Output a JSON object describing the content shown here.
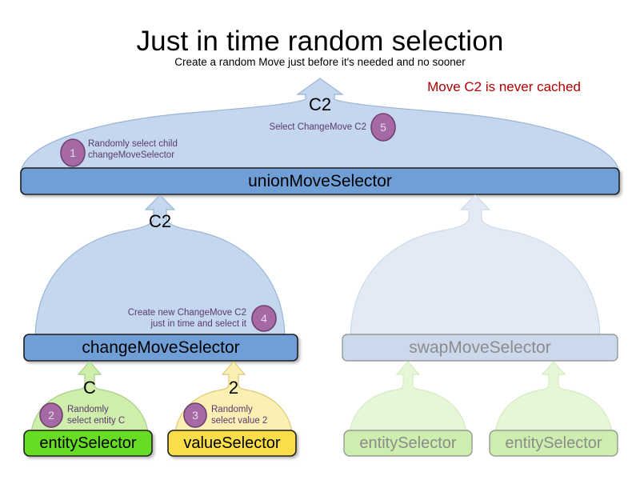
{
  "header": {
    "title": "Just in time random selection",
    "subtitle": "Create a random Move just before it's needed and no sooner",
    "warning": "Move C2 is never cached",
    "warning_color": "#b00000"
  },
  "colors": {
    "balloon_blue_fill": "#c4d7ef",
    "balloon_blue_stroke": "#9ab4d4",
    "balloon_blue_faded_fill": "#e2eaf6",
    "box_blue_fill": "#6f9fd8",
    "box_blue_stroke": "#1f1f1f",
    "box_blue_faded_fill": "#ccd9ec",
    "box_blue_faded_stroke": "#8a8a8a",
    "balloon_green_fill": "#cfeeac",
    "balloon_green_stroke": "#a8cf86",
    "balloon_green_faded_fill": "#e6f6d8",
    "balloon_yellow_fill": "#fbf0b4",
    "balloon_yellow_stroke": "#dcc870",
    "box_green_fill": "#66dd22",
    "box_green_stroke": "#1f1f1f",
    "box_green_faded_fill": "#cdeeae",
    "box_green_faded_stroke": "#8a8a8a",
    "box_yellow_fill": "#fade4a",
    "box_yellow_stroke": "#1f1f1f",
    "badge_fill": "#a569a5",
    "badge_stroke": "#70406f",
    "badge_text": "#e8dcea",
    "note_text": "#5a3a6e",
    "faded_text": "#8c8c8c"
  },
  "nodes": {
    "union_move_selector": {
      "label": "unionMoveSelector"
    },
    "change_move_selector": {
      "label": "changeMoveSelector"
    },
    "swap_move_selector": {
      "label": "swapMoveSelector"
    },
    "entity_selector_left": {
      "label": "entitySelector"
    },
    "value_selector": {
      "label": "valueSelector"
    },
    "swap_entity_selector_1": {
      "label": "entitySelector"
    },
    "swap_entity_selector_2": {
      "label": "entitySelector"
    }
  },
  "move_labels": {
    "union_balloon": "C2",
    "change_balloon": "C2",
    "entity_balloon": "C",
    "value_balloon": "2"
  },
  "annotations": [
    {
      "id": "step-1",
      "number": "1",
      "lines": [
        "Randomly select child",
        "changeMoveSelector"
      ],
      "align": "left"
    },
    {
      "id": "step-5",
      "number": "5",
      "lines": [
        "Select ChangeMove C2"
      ],
      "align": "right"
    },
    {
      "id": "step-4",
      "number": "4",
      "lines": [
        "Create new ChangeMove C2",
        "just in time and select it"
      ],
      "align": "right"
    },
    {
      "id": "step-2",
      "number": "2",
      "lines": [
        "Randomly",
        "select entity C"
      ],
      "align": "left"
    },
    {
      "id": "step-3",
      "number": "3",
      "lines": [
        "Randomly",
        "select value 2"
      ],
      "align": "left"
    }
  ]
}
